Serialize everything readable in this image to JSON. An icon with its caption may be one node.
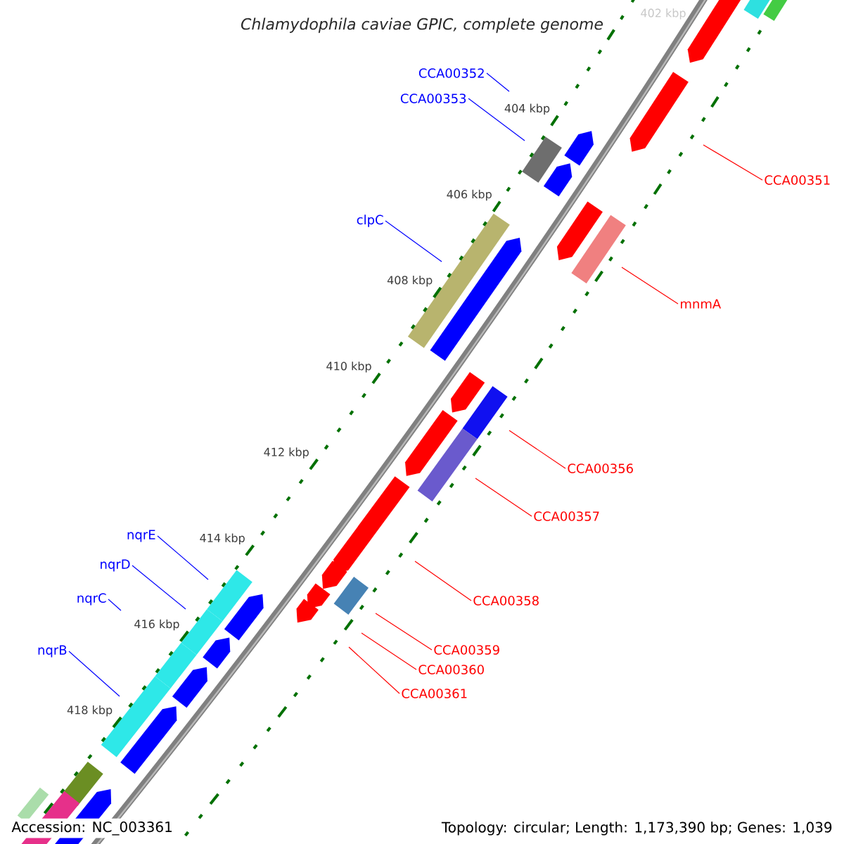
{
  "diagram": {
    "title": "Chlamydophila caviae GPIC, complete genome",
    "nodes": [
      {
        "text": [
          "CCA00352"
        ]
      },
      {
        "text": [
          "CCA00353"
        ]
      },
      {
        "text": [
          "CCA00351"
        ]
      },
      {
        "text": [
          "clpC"
        ]
      },
      {
        "text": [
          "mnmA"
        ]
      },
      {
        "text": [
          "CCA00356"
        ]
      },
      {
        "text": [
          "CCA00357"
        ]
      },
      {
        "text": [
          "nqrE"
        ]
      },
      {
        "text": [
          "nqrD"
        ]
      },
      {
        "text": [
          "nqrC"
        ]
      },
      {
        "text": [
          "CCA00358"
        ]
      },
      {
        "text": [
          "CCA00359"
        ]
      },
      {
        "text": [
          "nqrB"
        ]
      },
      {
        "text": [
          "CCA00360"
        ]
      },
      {
        "text": [
          "CCA00361"
        ]
      }
    ],
    "edges": [
      {
        "from": 0,
        "to": null,
        "arrow": "none",
        "color": "#0000ff"
      },
      {
        "from": 1,
        "to": null,
        "arrow": "none",
        "color": "#0000ff"
      },
      {
        "from": 2,
        "to": null,
        "arrow": "none"
      },
      {
        "from": 3,
        "to": null,
        "arrow": "none",
        "color": "#0000ff"
      },
      {
        "from": 4,
        "to": null,
        "arrow": "none"
      },
      {
        "from": 5,
        "to": null,
        "arrow": "none"
      },
      {
        "from": 6,
        "to": null,
        "arrow": "none"
      },
      {
        "from": 7,
        "to": null,
        "arrow": "none",
        "color": "#0000ff"
      },
      {
        "from": 8,
        "to": null,
        "arrow": "none",
        "color": "#0000ff"
      },
      {
        "from": 9,
        "to": null,
        "arrow": "none",
        "color": "#0000ff"
      },
      {
        "from": 10,
        "to": null,
        "arrow": "none"
      },
      {
        "from": 11,
        "to": null,
        "arrow": "none"
      },
      {
        "from": 12,
        "to": null,
        "arrow": "none",
        "color": "#0000ff"
      },
      {
        "from": 13,
        "to": null,
        "arrow": "none"
      },
      {
        "from": 14,
        "to": null,
        "arrow": "none"
      }
    ],
    "labels": [
      "402 kbp",
      "404 kbp",
      "406 kbp",
      "408 kbp",
      "410 kbp",
      "412 kbp",
      "414 kbp",
      "416 kbp",
      "418 kbp",
      "Accession: NC_003361",
      "Topology: circular; Length: 1,173,390 bp; Genes: 1,039"
    ]
  }
}
